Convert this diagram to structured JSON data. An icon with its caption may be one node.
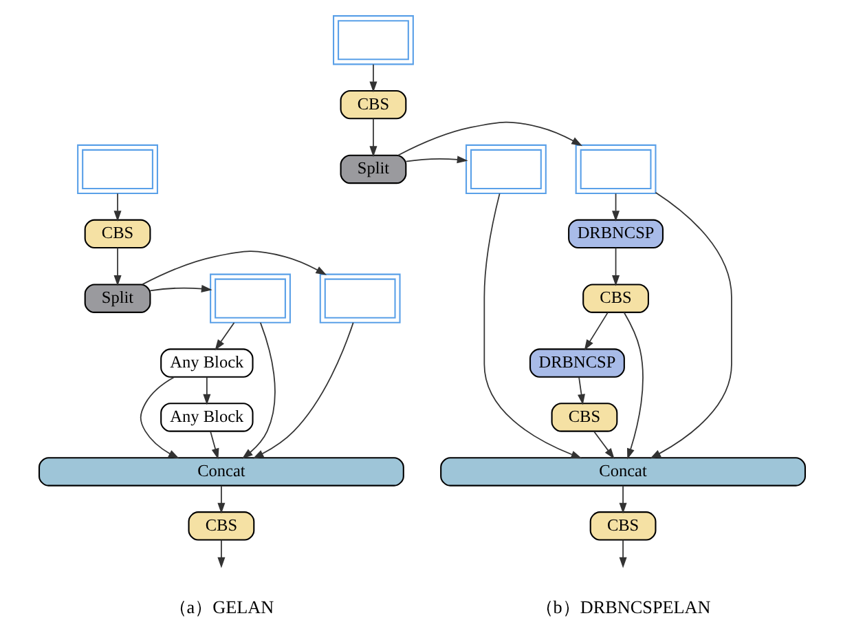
{
  "diagram": {
    "nodes": [
      {
        "text": [],
        "shape": "box"
      },
      {
        "text": [
          "CBS"
        ]
      },
      {
        "text": [
          "Split"
        ]
      },
      {
        "text": [],
        "shape": "box"
      },
      {
        "text": [],
        "shape": "box"
      },
      {
        "text": [
          "Any Block"
        ]
      },
      {
        "text": [
          "Any Block"
        ]
      },
      {
        "text": [
          "Concat"
        ]
      },
      {
        "text": [
          "CBS"
        ]
      },
      {
        "text": [],
        "shape": "box"
      },
      {
        "text": [
          "CBS"
        ]
      },
      {
        "text": [
          "Split"
        ]
      },
      {
        "text": [],
        "shape": "box"
      },
      {
        "text": [],
        "shape": "box"
      },
      {
        "text": [
          "DRBNCSP"
        ]
      },
      {
        "text": [
          "CBS"
        ]
      },
      {
        "text": [
          "DRBNCSP"
        ]
      },
      {
        "text": [
          "CBS"
        ]
      },
      {
        "text": [
          "Concat"
        ]
      },
      {
        "text": [
          "CBS"
        ]
      }
    ],
    "edges": [
      {
        "from": 0,
        "to": 1,
        "arrow": "to"
      },
      {
        "from": 1,
        "to": 2,
        "arrow": "to"
      },
      {
        "from": 2,
        "to": 3,
        "arrow": "to"
      },
      {
        "from": 2,
        "to": 4,
        "arrow": "to"
      },
      {
        "from": 4,
        "to": 5,
        "arrow": "to"
      },
      {
        "from": 5,
        "to": 6,
        "arrow": "to"
      },
      {
        "from": 3,
        "to": 7,
        "arrow": "to"
      },
      {
        "from": 5,
        "to": 7,
        "arrow": "to"
      },
      {
        "from": 6,
        "to": 7,
        "arrow": "to"
      },
      {
        "from": 4,
        "to": 7,
        "arrow": "to"
      },
      {
        "from": 7,
        "to": 8,
        "arrow": "to"
      },
      {
        "from": 8,
        "to": null,
        "arrow": "to"
      },
      {
        "from": 9,
        "to": 10,
        "arrow": "to"
      },
      {
        "from": 10,
        "to": 11,
        "arrow": "to"
      },
      {
        "from": 11,
        "to": 12,
        "arrow": "to"
      },
      {
        "from": 11,
        "to": 13,
        "arrow": "to"
      },
      {
        "from": 13,
        "to": 14,
        "arrow": "to"
      },
      {
        "from": 14,
        "to": 15,
        "arrow": "to"
      },
      {
        "from": 15,
        "to": 16,
        "arrow": "to"
      },
      {
        "from": 16,
        "to": 17,
        "arrow": "to"
      },
      {
        "from": 12,
        "to": 18,
        "arrow": "to"
      },
      {
        "from": 15,
        "to": 18,
        "arrow": "to"
      },
      {
        "from": 17,
        "to": 18,
        "arrow": "to"
      },
      {
        "from": 13,
        "to": 18,
        "arrow": "to"
      },
      {
        "from": 18,
        "to": 19,
        "arrow": "to"
      },
      {
        "from": 19,
        "to": null,
        "arrow": "to"
      }
    ],
    "labels": [
      "（a）GELAN",
      "（b）DRBNCSPELAN"
    ]
  }
}
